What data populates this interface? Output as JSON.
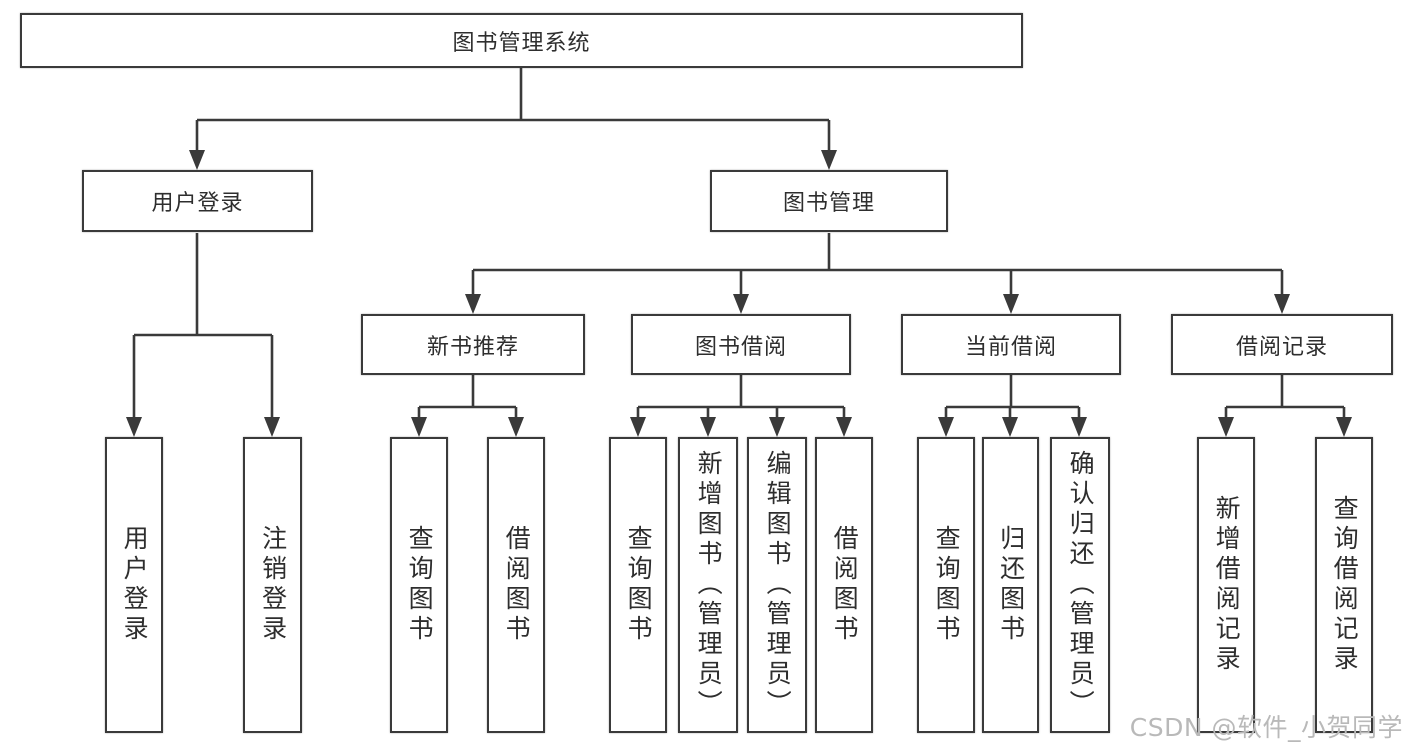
{
  "diagram": {
    "root": {
      "label": "图书管理系统"
    },
    "branches": [
      {
        "label": "用户登录",
        "children": [
          {
            "label": "用户登录"
          },
          {
            "label": "注销登录"
          }
        ]
      },
      {
        "label": "图书管理",
        "children": [
          {
            "label": "新书推荐",
            "children": [
              {
                "label": "查询图书"
              },
              {
                "label": "借阅图书"
              }
            ]
          },
          {
            "label": "图书借阅",
            "children": [
              {
                "label": "查询图书"
              },
              {
                "label": "新增图书（管理员）"
              },
              {
                "label": "编辑图书（管理员）"
              },
              {
                "label": "借阅图书"
              }
            ]
          },
          {
            "label": "当前借阅",
            "children": [
              {
                "label": "查询图书"
              },
              {
                "label": "归还图书"
              },
              {
                "label": "确认归还（管理员）"
              }
            ]
          },
          {
            "label": "借阅记录",
            "children": [
              {
                "label": "新增借阅记录"
              },
              {
                "label": "查询借阅记录"
              }
            ]
          }
        ]
      }
    ]
  },
  "watermark": {
    "text": "CSDN @软件_小贺同学"
  },
  "colors": {
    "line": "#3a3a3a",
    "text": "#2e2e2e",
    "watermark": "#b9b9b9",
    "background": "#ffffff"
  }
}
